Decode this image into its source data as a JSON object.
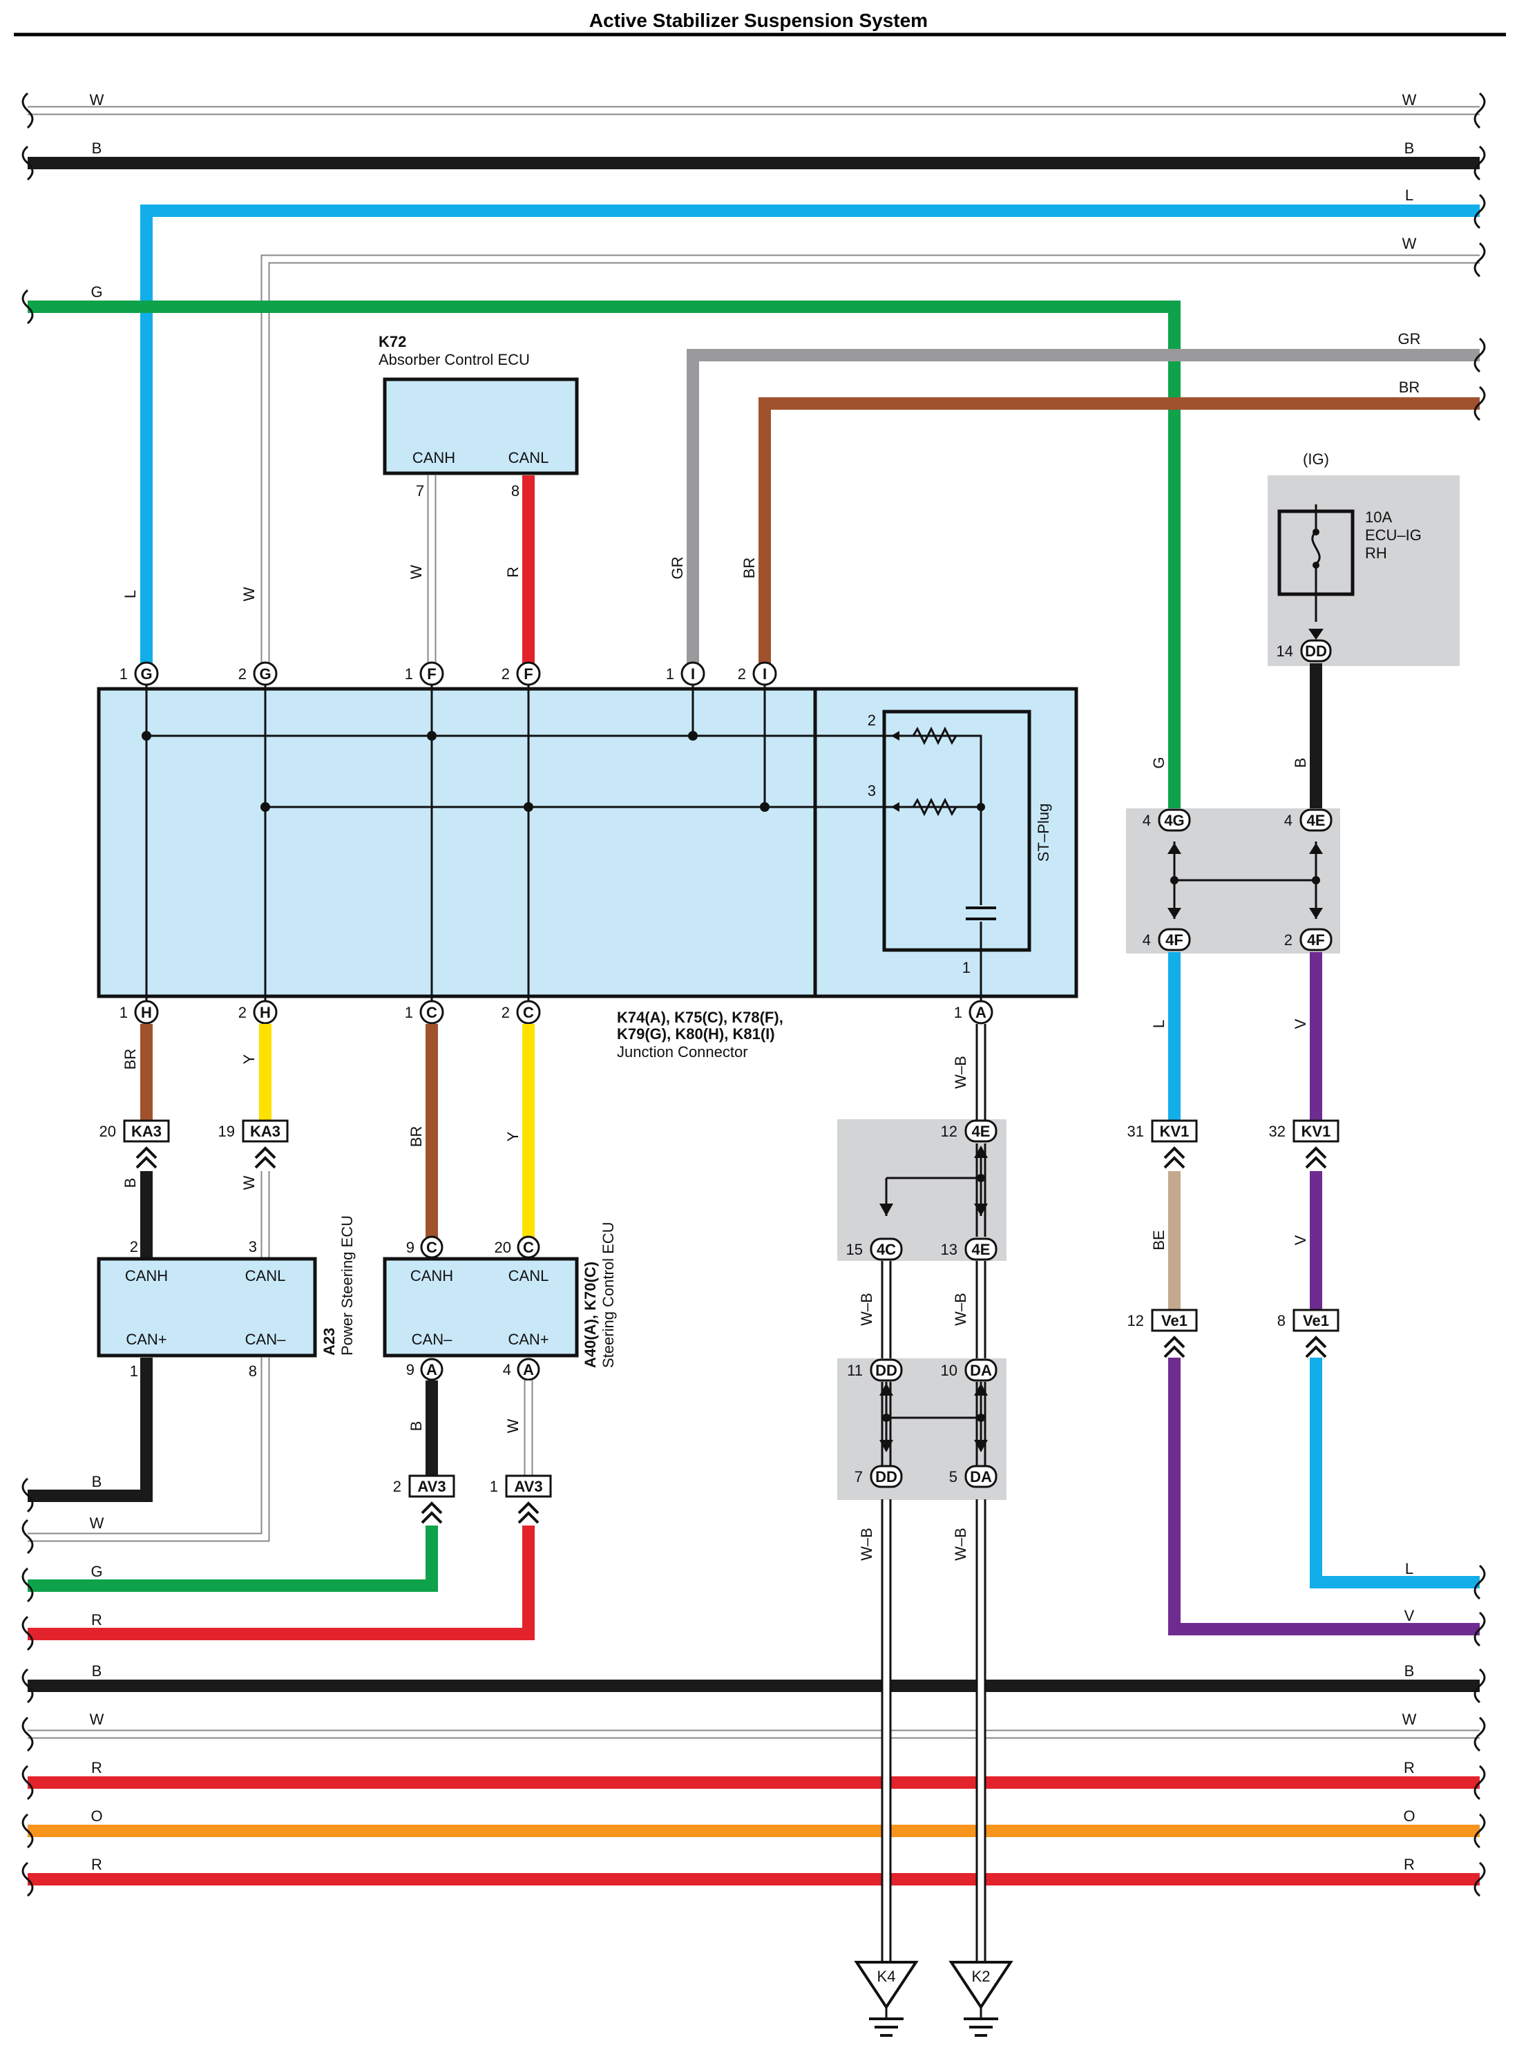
{
  "title": "Active Stabilizer Suspension System",
  "colors": {
    "W": "#ffffff",
    "B": "#1a1a1a",
    "L": "#11aeea",
    "G": "#0ea24b",
    "GR": "#9a9a9c",
    "BR": "#a0522d",
    "R": "#e3232c",
    "Y": "#ffe100",
    "O": "#f7941d",
    "V": "#6e2c91",
    "BE": "#c4a98f",
    "component_fill": "#c8e8f8",
    "splice_fill": "#d3d4d6"
  },
  "side_wires_top": [
    {
      "label_left": "W",
      "label_right": "W"
    },
    {
      "label_left": "B",
      "label_right": "B"
    },
    {
      "label_right": "L"
    },
    {
      "label_right": "W"
    },
    {
      "label_left": "G"
    },
    {
      "label_right": "GR"
    },
    {
      "label_right": "BR"
    }
  ],
  "side_wires_bottom": [
    {
      "label_left": "B"
    },
    {
      "label_left": "W"
    },
    {
      "label_left": "G"
    },
    {
      "label_left": "R"
    },
    {
      "label_right": "L"
    },
    {
      "label_right": "V"
    },
    {
      "label_left": "B",
      "label_right": "B"
    },
    {
      "label_left": "W",
      "label_right": "W"
    },
    {
      "label_left": "R",
      "label_right": "R"
    },
    {
      "label_left": "O",
      "label_right": "O"
    },
    {
      "label_left": "R",
      "label_right": "R"
    }
  ],
  "k72": {
    "code": "K72",
    "name": "Absorber Control ECU",
    "pin_left": "CANH",
    "pin_right": "CANL",
    "pin_num_left": "7",
    "pin_num_right": "8",
    "wire_left": "W",
    "wire_right": "R"
  },
  "junction": {
    "codes_line1": "K74(A), K75(C), K78(F),",
    "codes_line2": "K79(G), K80(H), K81(I)",
    "name": "Junction Connector",
    "st_plug": "ST–Plug",
    "top_pins": [
      {
        "num": "1",
        "letter": "G",
        "wire": "L"
      },
      {
        "num": "2",
        "letter": "G",
        "wire": "W"
      },
      {
        "num": "1",
        "letter": "F",
        "wire": "W"
      },
      {
        "num": "2",
        "letter": "F",
        "wire": "R"
      },
      {
        "num": "1",
        "letter": "I",
        "wire": "GR"
      },
      {
        "num": "2",
        "letter": "I",
        "wire": "BR"
      }
    ],
    "bottom_pins": [
      {
        "num": "1",
        "letter": "H",
        "wire": "BR"
      },
      {
        "num": "2",
        "letter": "H",
        "wire": "Y"
      },
      {
        "num": "1",
        "letter": "C",
        "wire": "BR"
      },
      {
        "num": "2",
        "letter": "C",
        "wire": "Y"
      },
      {
        "num": "1",
        "letter": "A",
        "wire": "W–B"
      }
    ],
    "plug_pins": [
      "2",
      "3",
      "1"
    ]
  },
  "fuse": {
    "source": "(IG)",
    "rating": "10A",
    "name_line1": "ECU–IG",
    "name_line2": "RH",
    "pin_num": "14",
    "pin_code": "DD",
    "wire": "B"
  },
  "junction_block_right": {
    "pins_top": [
      {
        "num": "4",
        "code": "4G",
        "wire": "G"
      },
      {
        "num": "4",
        "code": "4E",
        "wire": "B"
      }
    ],
    "pins_bottom": [
      {
        "num": "4",
        "code": "4F",
        "wire": "L"
      },
      {
        "num": "2",
        "code": "4F",
        "wire": "V"
      }
    ]
  },
  "kv1": [
    {
      "num": "31",
      "code": "KV1",
      "wire": "BE"
    },
    {
      "num": "32",
      "code": "KV1",
      "wire": "V"
    }
  ],
  "ve1": [
    {
      "num": "12",
      "code": "Ve1",
      "wire": "V"
    },
    {
      "num": "8",
      "code": "Ve1",
      "wire": "L"
    }
  ],
  "ka3": [
    {
      "num": "20",
      "code": "KA3",
      "wire": "B"
    },
    {
      "num": "19",
      "code": "KA3",
      "wire": "W"
    }
  ],
  "a23": {
    "code": "A23",
    "name": "Power Steering ECU",
    "pin_tl": "CANH",
    "pin_tr": "CANL",
    "pin_bl": "CAN+",
    "pin_br": "CAN–",
    "num_tl": "2",
    "num_tr": "3",
    "num_bl": "1",
    "num_br": "8",
    "wire_bl": "B",
    "wire_br": "W"
  },
  "a40": {
    "code": "A40(A), K70(C)",
    "name": "Steering Control ECU",
    "pin_tl": "CANH",
    "pin_tr": "CANL",
    "pin_bl": "CAN–",
    "pin_br": "CAN+",
    "top_pins": [
      {
        "num": "9",
        "letter": "C",
        "wire": "BR"
      },
      {
        "num": "20",
        "letter": "C",
        "wire": "Y"
      }
    ],
    "bottom_pins": [
      {
        "num": "9",
        "letter": "A",
        "wire": "B"
      },
      {
        "num": "4",
        "letter": "A",
        "wire": "W"
      }
    ]
  },
  "av3": [
    {
      "num": "2",
      "code": "AV3"
    },
    {
      "num": "1",
      "code": "AV3"
    }
  ],
  "ground_splices": {
    "upper": [
      {
        "num": "12",
        "code": "4E"
      },
      {
        "num": "15",
        "code": "4C"
      },
      {
        "num": "13",
        "code": "4E"
      }
    ],
    "lower": [
      {
        "num": "11",
        "code": "DD"
      },
      {
        "num": "10",
        "code": "DA"
      },
      {
        "num": "7",
        "code": "DD"
      },
      {
        "num": "5",
        "code": "DA"
      }
    ],
    "wire": "W–B"
  },
  "grounds": [
    "K4",
    "K2"
  ]
}
